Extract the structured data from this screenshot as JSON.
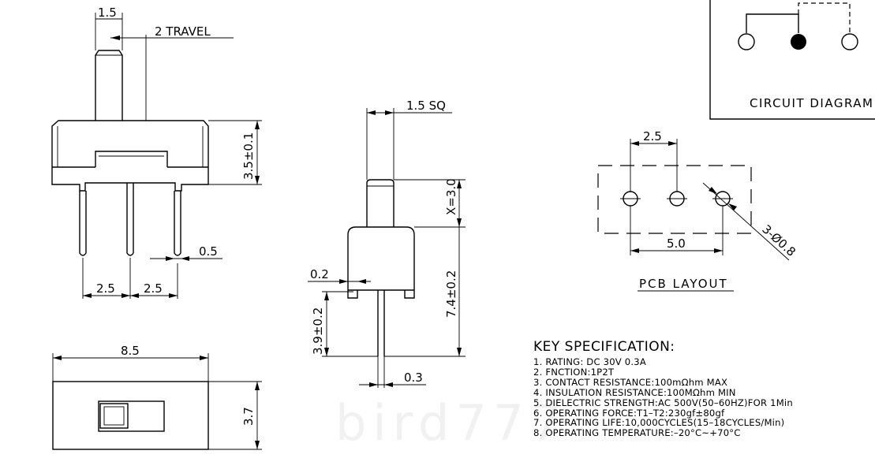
{
  "front_view": {
    "pitch_label": "1.5",
    "travel_label": "2 TRAVEL",
    "height_label": "3.5±0.1",
    "pin_thickness_label": "0.5",
    "spacing_left_label": "2.5",
    "spacing_right_label": "2.5"
  },
  "top_view": {
    "width_label": "8.5",
    "depth_label": "3.7"
  },
  "side_view": {
    "actuator_label": "1.5 SQ",
    "actuator_height_label": "X=3.0",
    "body_height_label": "7.4±0.2",
    "offset_label": "0.2",
    "pin_length_label": "3.9±0.2",
    "pin_width_label": "0.3"
  },
  "pcb": {
    "pitch_label": "2.5",
    "span_label": "5.0",
    "hole_label": "3-Ø0.8",
    "title": "PCB LAYOUT"
  },
  "circuit": {
    "title": "CIRCUIT DIAGRAM"
  },
  "specs": {
    "title": "KEY SPECIFICATION:",
    "items": [
      "1. RATING: DC  30V    0.3A",
      "2. FNCTION:1P2T",
      "3. CONTACT  RESISTANCE:100mΩhm  MAX",
      "4. INSULATION  RESISTANCE:100MΩhm  MIN",
      "5. DIELECTRIC  STRENGTH:AC  500V(50–60HZ)FOR  1Min",
      "6. OPERATING  FORCE:T1–T2:230gf±80gf",
      "7. OPERATING  LIFE:10,000CYCLES(15–18CYCLES/Min)",
      "8. OPERATING  TEMPERATURE:–20°C~+70°C"
    ]
  },
  "watermark": "bird777"
}
